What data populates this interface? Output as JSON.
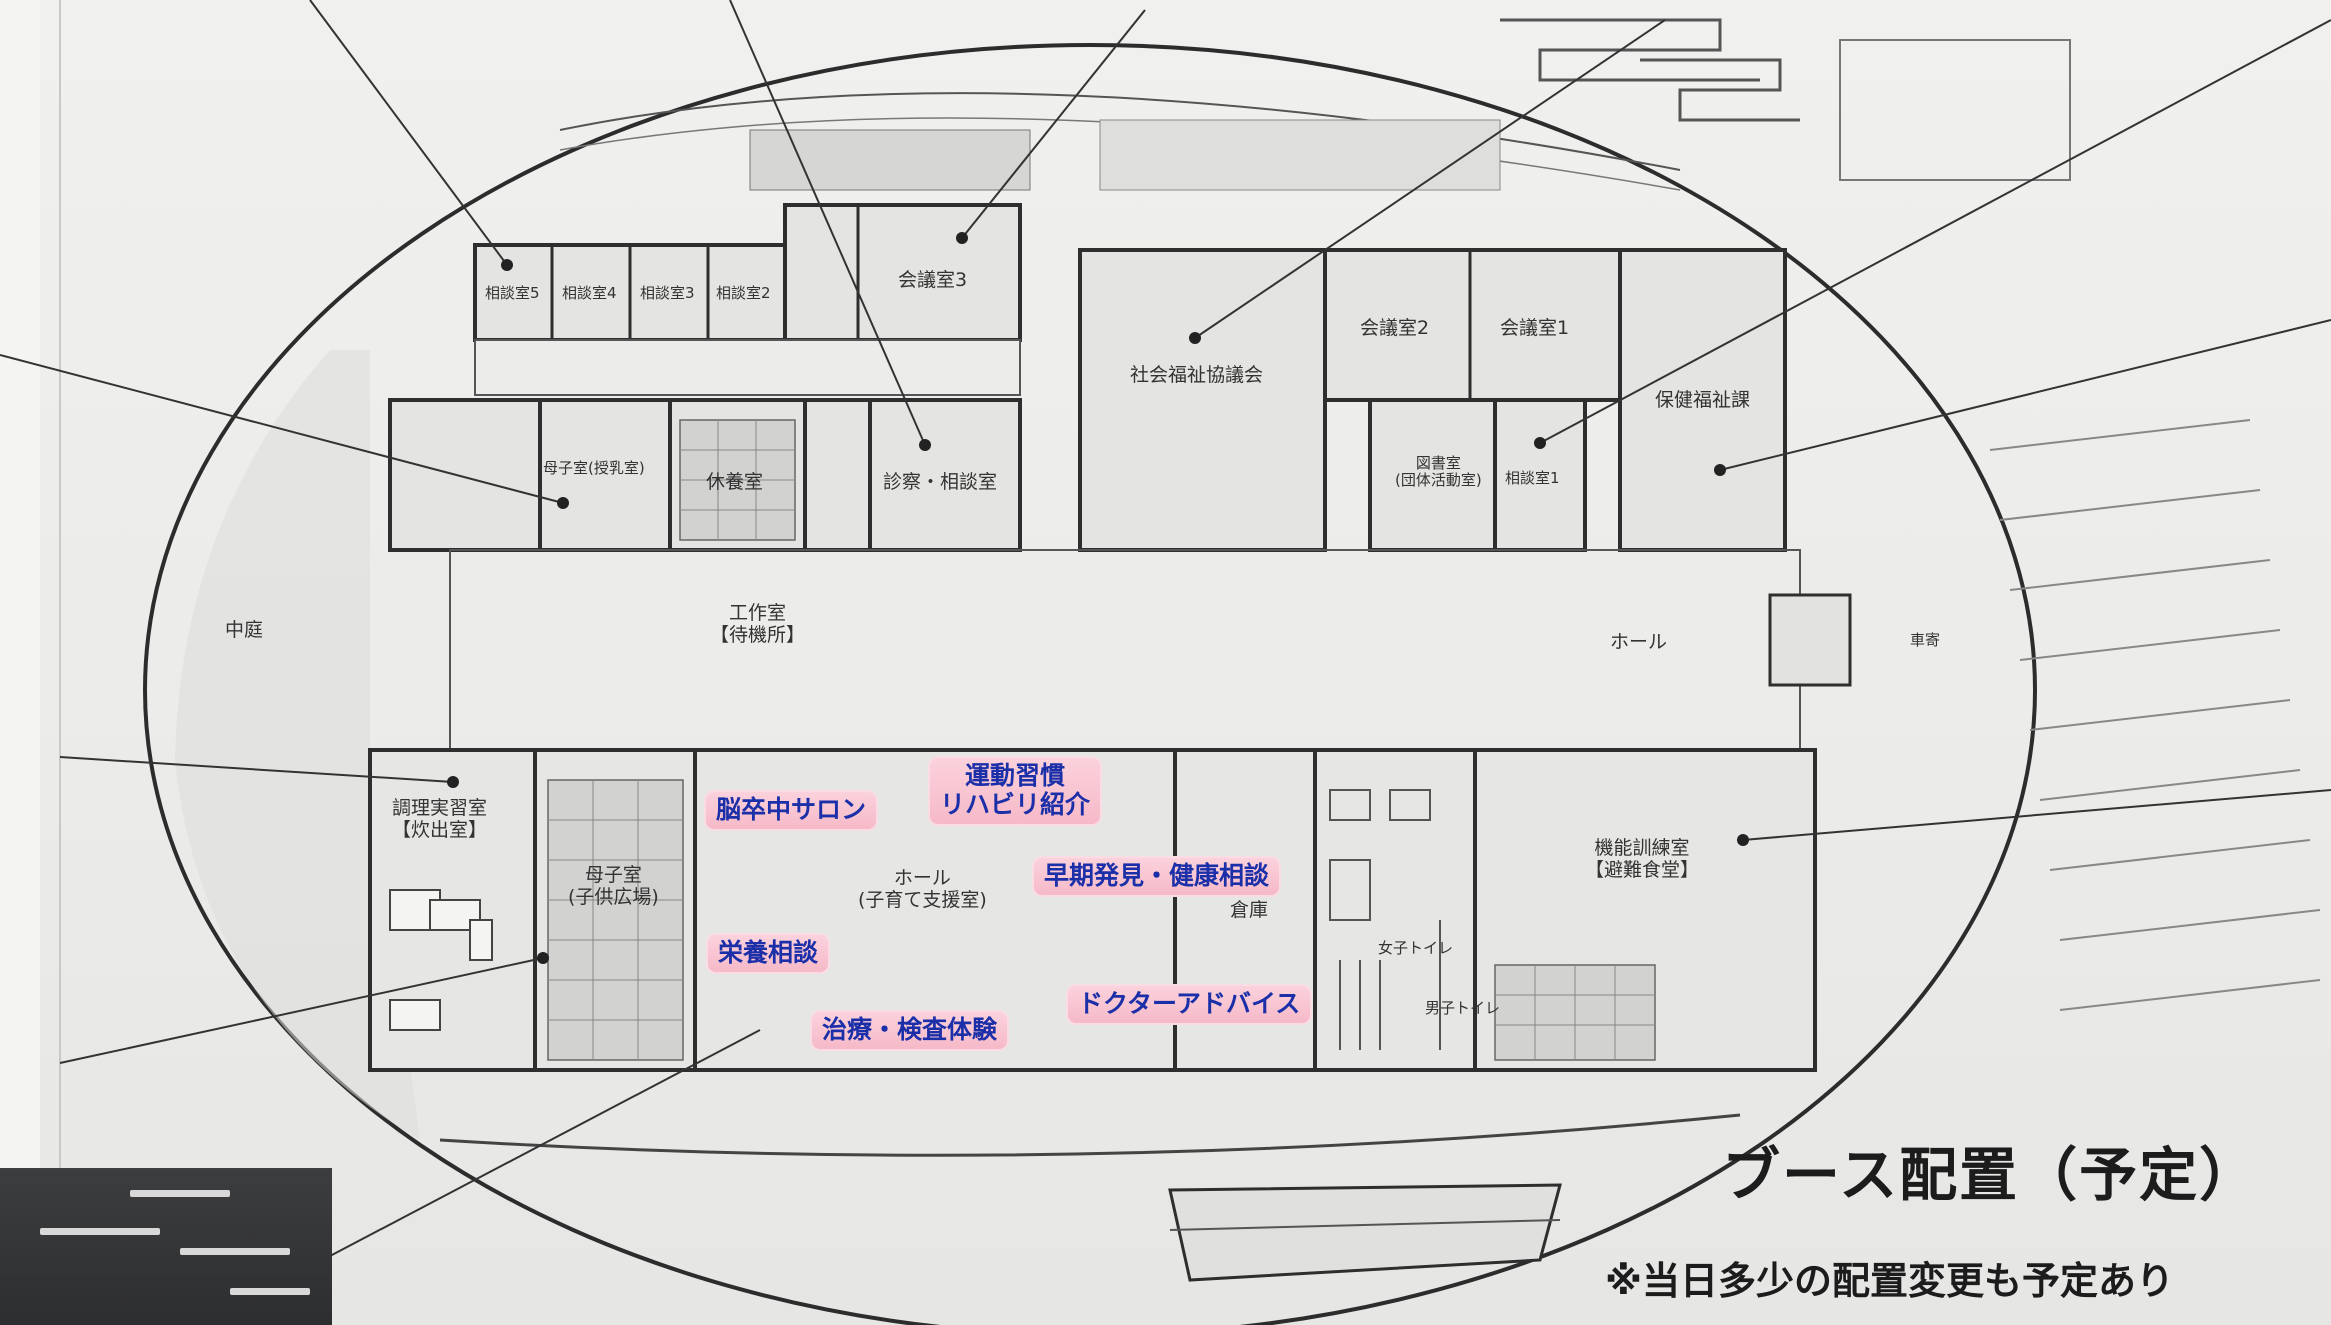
{
  "rooms": {
    "consult5": "相談室5",
    "consult4": "相談室4",
    "consult3": "相談室3",
    "consult2": "相談室2",
    "meeting3": "会議室3",
    "social_welfare": "社会福祉協議会",
    "meeting2": "会議室2",
    "meeting1": "会議室1",
    "health_welfare": "保健福祉課",
    "mother_child": "母子室(授乳室)",
    "rest_room": "休養室",
    "exam_consult": "診察・相談室",
    "library": "図書室",
    "library_sub": "(団体活動室)",
    "consult1": "相談室1",
    "workshop": "工作室",
    "workshop_sub": "【待機所】",
    "courtyard": "中庭",
    "hall_main": "ホール",
    "entrance": "車寄",
    "cooking": "調理実習室",
    "cooking_sub": "【炊出室】",
    "nursery": "母子室",
    "nursery_sub": "(子供広場)",
    "hall_center": "ホール",
    "hall_center_sub": "(子育て支援室)",
    "storage": "倉庫",
    "women_wc": "女子トイレ",
    "men_wc": "男子トイレ",
    "functional_training": "機能訓練室",
    "functional_training_sub": "【避難食堂】"
  },
  "booths": {
    "stroke_salon": "脳卒中サロン",
    "exercise_habit": "運動習慣",
    "rehab_intro": "リハビリ紹介",
    "early_detection": "早期発見・健康相談",
    "nutrition": "栄養相談",
    "treatment_exp": "治療・検査体験",
    "doctor_advice": "ドクターアドバイス"
  },
  "title": "ブース配置（予定）",
  "note": "※当日多少の配置変更も予定あり",
  "colors": {
    "booth_text": "#1b2fa8",
    "booth_bg": "#f6b9c8",
    "line": "#3a3a3a",
    "paper": "#ececea"
  }
}
